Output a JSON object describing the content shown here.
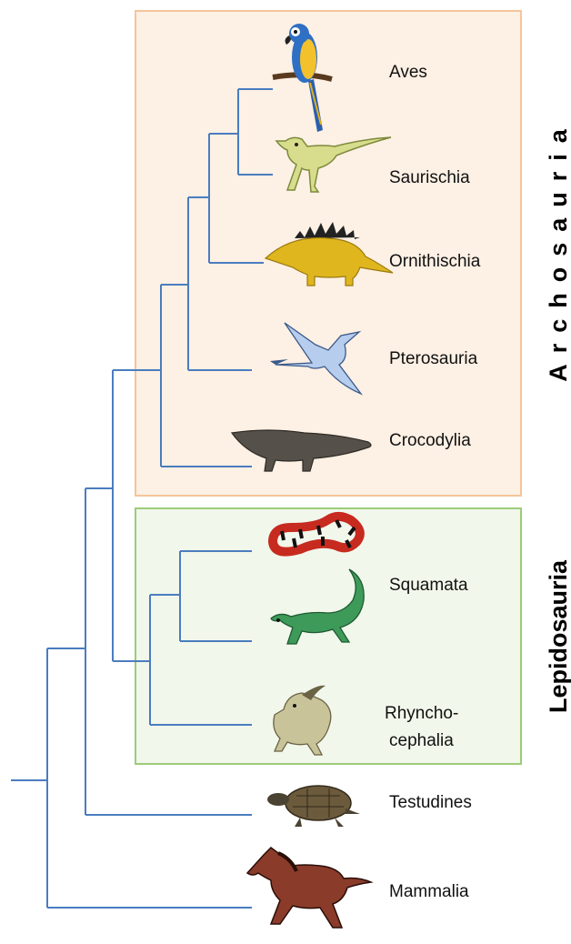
{
  "groups": {
    "archosauria": {
      "label": "Archosauria",
      "box_fill": "#fdf0e4",
      "box_stroke": "#f4c59a"
    },
    "lepidosauria": {
      "label": "Lepidosauria",
      "box_fill": "#f1f7eb",
      "box_stroke": "#9ccc7a"
    }
  },
  "taxa": [
    {
      "id": "aves",
      "label": "Aves",
      "icon": "parrot-icon"
    },
    {
      "id": "saurischia",
      "label": "Saurischia",
      "icon": "theropod-dinosaur-icon"
    },
    {
      "id": "ornithischia",
      "label": "Ornithischia",
      "icon": "stegosaurus-icon"
    },
    {
      "id": "pterosauria",
      "label": "Pterosauria",
      "icon": "pterosaur-icon"
    },
    {
      "id": "crocodylia",
      "label": "Crocodylia",
      "icon": "crocodile-icon"
    },
    {
      "id": "squamata",
      "label": "Squamata",
      "icon": "snake-and-iguana-icon"
    },
    {
      "id": "rhynchocephalia",
      "label_lines": [
        "Rhyncho-",
        "cephalia"
      ],
      "icon": "tuatara-icon"
    },
    {
      "id": "testudines",
      "label": "Testudines",
      "icon": "turtle-icon"
    },
    {
      "id": "mammalia",
      "label": "Mammalia",
      "icon": "horse-icon"
    }
  ],
  "colors": {
    "branch": "#4a7dbf"
  }
}
